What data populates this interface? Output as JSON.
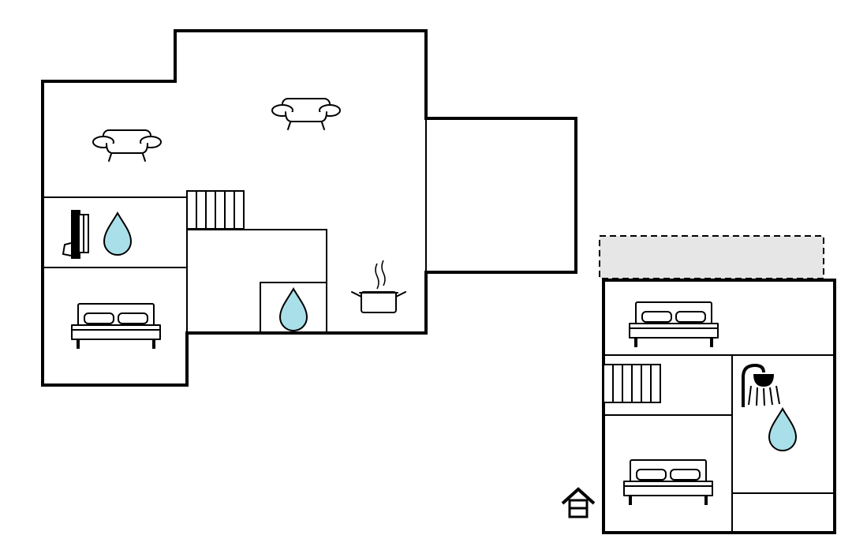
{
  "floorplan": {
    "colors": {
      "wall": "#000000",
      "background": "#ffffff",
      "water_drop": "#a9dfe9",
      "terrace": "#e6e6e6"
    },
    "main_building": {
      "rooms": [
        {
          "room": "living-area-upper",
          "icons": [
            "sofa-icon",
            "sofa-icon"
          ]
        },
        {
          "room": "bathroom-left",
          "icons": [
            "radiator-icon",
            "water-drop-icon"
          ]
        },
        {
          "room": "bedroom-left",
          "icons": [
            "double-bed-icon"
          ]
        },
        {
          "room": "stairs",
          "icons": [
            "staircase-icon"
          ]
        },
        {
          "room": "utility",
          "icons": [
            "water-drop-icon"
          ]
        },
        {
          "room": "kitchen",
          "icons": [
            "cooking-pot-icon"
          ]
        }
      ]
    },
    "annex": {
      "terrace": "dashed",
      "rooms": [
        {
          "room": "bedroom-top",
          "icons": [
            "double-bed-icon"
          ]
        },
        {
          "room": "stairs",
          "icons": [
            "staircase-icon"
          ]
        },
        {
          "room": "shower-room",
          "icons": [
            "shower-icon",
            "water-drop-icon"
          ]
        },
        {
          "room": "bedroom-bottom",
          "icons": [
            "double-bed-icon"
          ]
        }
      ],
      "entrance_icon": "entrance-house-icon"
    }
  }
}
